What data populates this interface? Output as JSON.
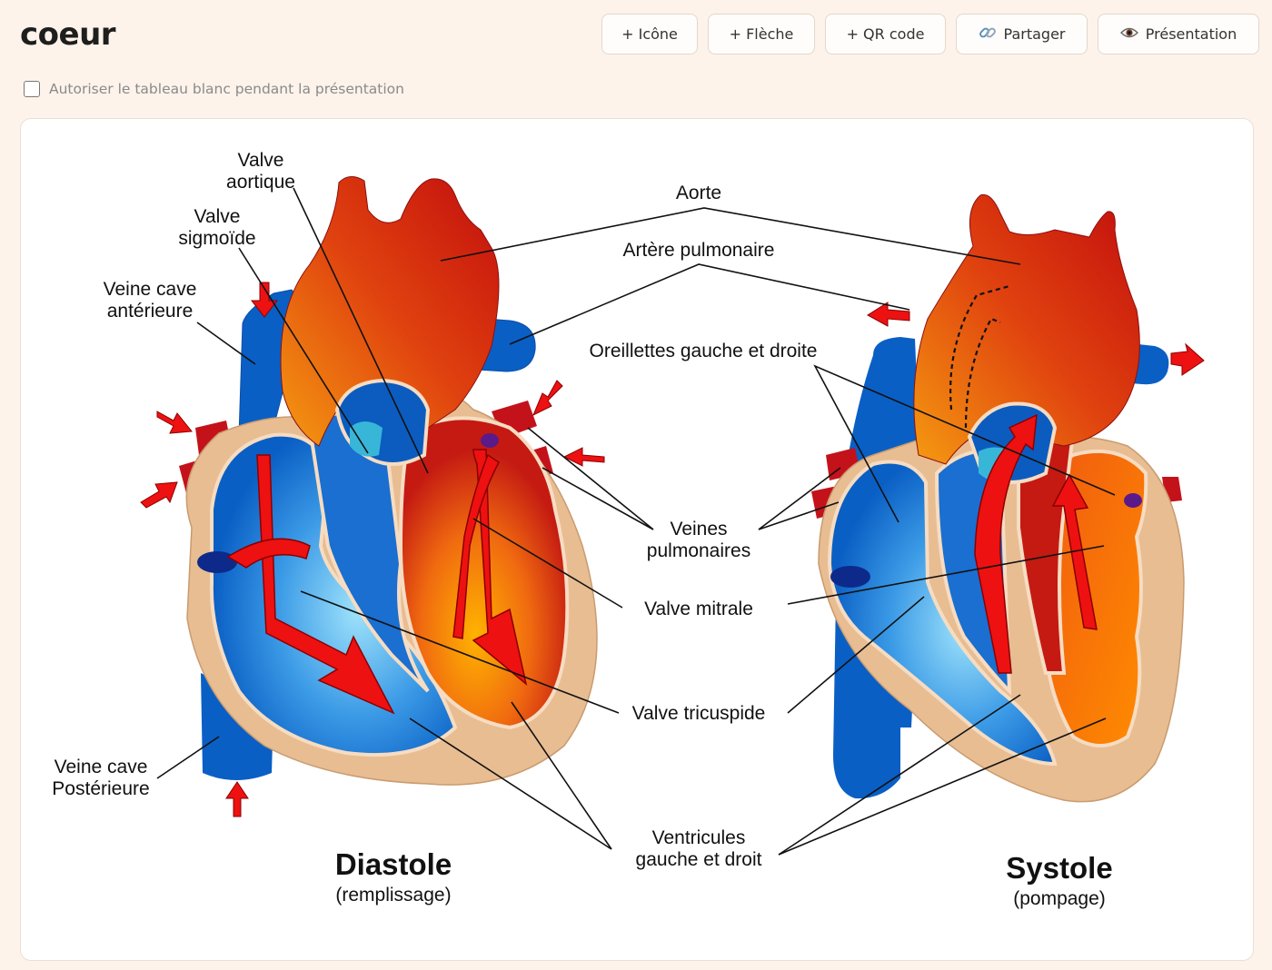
{
  "app": {
    "title": "coeur"
  },
  "toolbar": {
    "buttons": [
      {
        "icon": "plus-icon",
        "label": "+ Icône"
      },
      {
        "icon": "plus-icon",
        "label": "+ Flèche"
      },
      {
        "icon": "plus-icon",
        "label": "+ QR code"
      },
      {
        "icon": "link-icon",
        "label": "Partager"
      },
      {
        "icon": "eye-icon",
        "label": "Présentation"
      }
    ]
  },
  "options": {
    "whiteboard_checkbox_label": "Autoriser le tableau blanc pendant la présentation",
    "whiteboard_checked": false
  },
  "diagram": {
    "labels": {
      "valve_aortique": [
        "Valve",
        "aortique"
      ],
      "valve_sigmoide": [
        "Valve",
        "sigmoïde"
      ],
      "veine_cave_anterieure": [
        "Veine cave",
        "antérieure"
      ],
      "veine_cave_posterieure": [
        "Veine cave",
        "Postérieure"
      ],
      "aorte": "Aorte",
      "artere_pulmonaire": "Artère pulmonaire",
      "oreillettes": "Oreillettes gauche et droite",
      "veines_pulmonaires": [
        "Veines",
        "pulmonaires"
      ],
      "valve_mitrale": "Valve mitrale",
      "valve_tricuspide": "Valve tricuspide",
      "ventricules": [
        "Ventricules",
        "gauche et droit"
      ]
    },
    "diastole": {
      "title": "Diastole",
      "subtitle": "(remplissage)"
    },
    "systole": {
      "title": "Systole",
      "subtitle": "(pompage)"
    },
    "colors": {
      "deoxygenated_blue": "#0a5fc4",
      "oxygenated_red": "#c81010",
      "muscle_tan": "#e8bd92",
      "arrow_red": "#ee1111"
    }
  }
}
